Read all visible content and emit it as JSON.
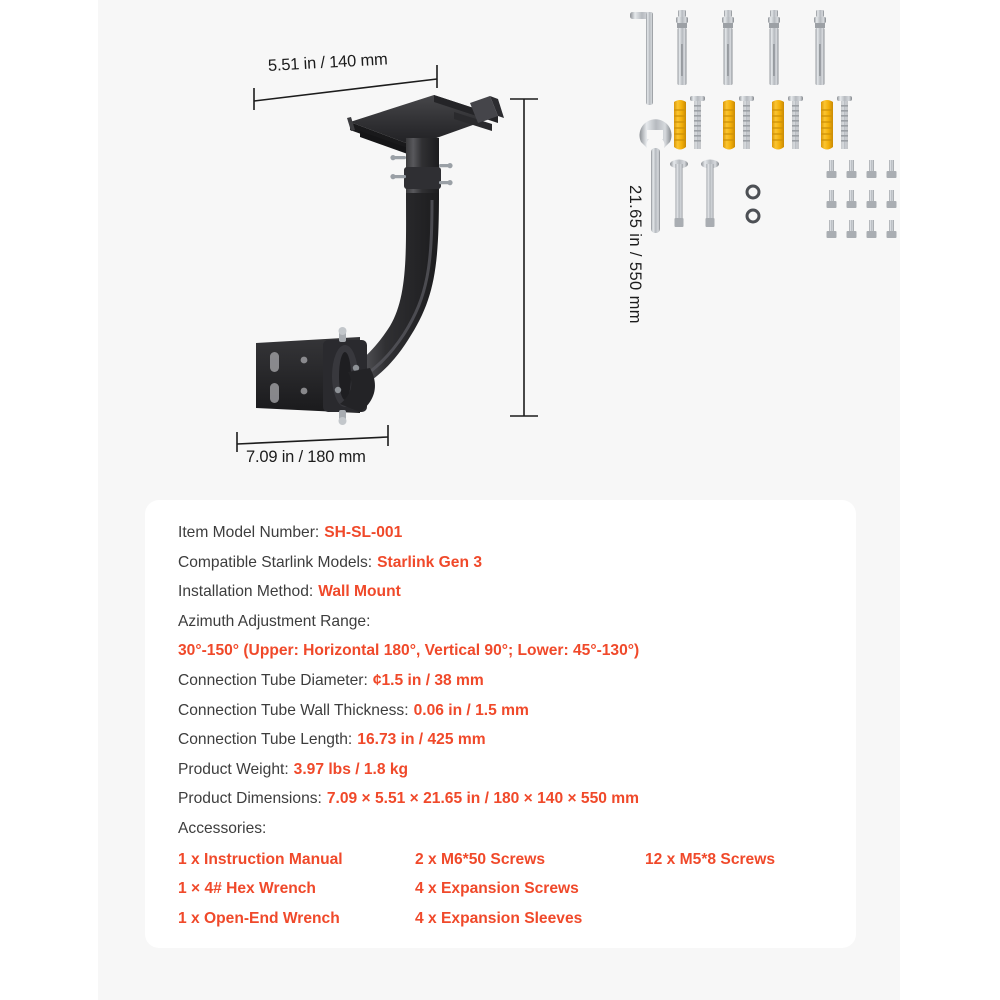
{
  "colors": {
    "accent": "#f0492a",
    "label_text": "#3d3d3d",
    "panel_bg": "#f7f7f7",
    "card_bg": "#ffffff",
    "metal": "#b9bcc0",
    "sleeve_yellow": "#f5b30c",
    "product_black": "#2b2b2d"
  },
  "diagram": {
    "dimensions": {
      "width_top": "5.51 in / 140 mm",
      "height_right": "21.65 in / 550 mm",
      "depth_bottom": "7.09 in / 180 mm"
    },
    "product_name": "starlink-wall-mount-bracket",
    "hardware": {
      "hex_wrench": "hex-wrench",
      "open_end_wrench": "open-end-wrench",
      "expansion_screws_count": 4,
      "expansion_sleeves_count": 4,
      "sleeve_screws_count": 4,
      "m6_screws_count": 2,
      "washers_count": 2,
      "m5_screws_count": 12
    }
  },
  "specs": [
    {
      "label": "Item Model Number:",
      "value": "SH-SL-001"
    },
    {
      "label": "Compatible Starlink Models:",
      "value": "Starlink Gen 3"
    },
    {
      "label": "Installation Method:",
      "value": "Wall Mount"
    },
    {
      "label": "Azimuth Adjustment Range:",
      "value": ""
    },
    {
      "label": "",
      "value": "30°-150° (Upper: Horizontal 180°, Vertical 90°; Lower: 45°-130°)"
    },
    {
      "label": "Connection Tube Diameter:",
      "value": "¢1.5 in / 38 mm"
    },
    {
      "label": "Connection Tube Wall Thickness:",
      "value": "0.06 in / 1.5 mm"
    },
    {
      "label": "Connection Tube Length:",
      "value": "16.73 in / 425 mm"
    },
    {
      "label": "Product Weight:",
      "value": "3.97 lbs / 1.8 kg"
    },
    {
      "label": "Product Dimensions:",
      "value": "7.09 × 5.51 × 21.65 in / 180 × 140 × 550 mm"
    }
  ],
  "accessories": {
    "heading": "Accessories:",
    "items": [
      "1 x Instruction Manual",
      "2 x M6*50 Screws",
      "12 x M5*8 Screws",
      "1 × 4# Hex Wrench",
      "4 x Expansion Screws",
      "",
      "1 x Open-End Wrench",
      "4 x Expansion Sleeves",
      ""
    ]
  }
}
